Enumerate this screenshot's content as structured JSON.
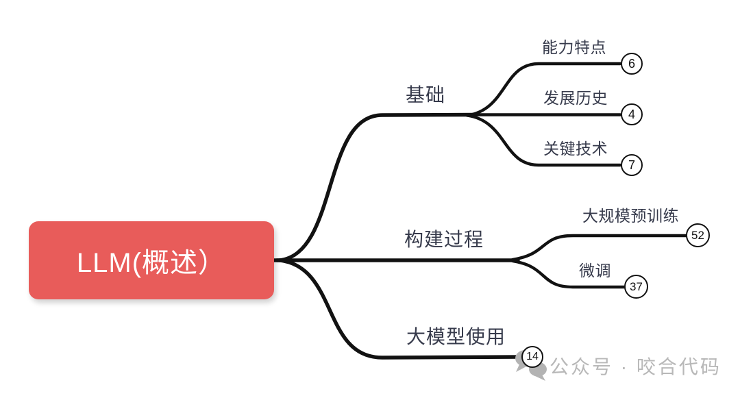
{
  "root": {
    "label": "LLM(概述）"
  },
  "branches": [
    {
      "label": "基础",
      "children": [
        {
          "label": "能力特点",
          "count": "6"
        },
        {
          "label": "发展历史",
          "count": "4"
        },
        {
          "label": "关键技术",
          "count": "7"
        }
      ]
    },
    {
      "label": "构建过程",
      "children": [
        {
          "label": "大规模预训练",
          "count": "52"
        },
        {
          "label": "微调",
          "count": "37"
        }
      ]
    },
    {
      "label": "大模型使用",
      "count": "14",
      "children": []
    }
  ],
  "watermark": {
    "label": "公众号 · 咬合代码",
    "icon": "chat-bubbles-icon"
  },
  "colors": {
    "root_fill": "#e85c5a",
    "root_text": "#ffffff",
    "edge_line": "#121212",
    "label_text": "#363a4b",
    "badge_fill": "#ffffff",
    "badge_border": "#121212",
    "watermark_gray": "#b8b8b8"
  }
}
